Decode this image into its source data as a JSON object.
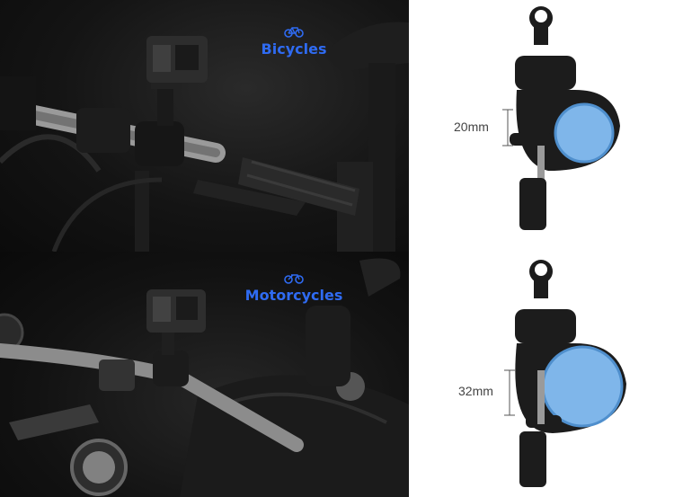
{
  "bicycles": {
    "label": "Bicycles",
    "icon": "bicycle-icon"
  },
  "motorcycles": {
    "label": "Motorcycles",
    "icon": "motorcycle-icon"
  },
  "mounts": [
    {
      "dimension": "20mm"
    },
    {
      "dimension": "32mm"
    }
  ],
  "colors": {
    "accent": "#2f6bf2",
    "ring": "#7fb6ea",
    "mount_body": "#1c1c1c"
  }
}
